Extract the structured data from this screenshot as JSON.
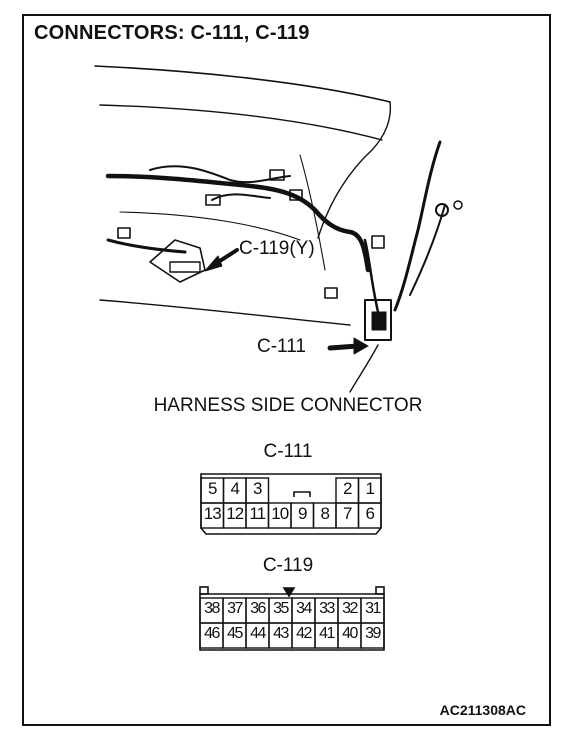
{
  "title": "CONNECTORS: C-111, C-119",
  "callouts": {
    "c119_label": "C-119(Y)",
    "c111_label": "C-111"
  },
  "harness_side_title": "HARNESS SIDE CONNECTOR",
  "connector_c111": {
    "name": "C-111",
    "top_row": [
      "5",
      "4",
      "3",
      "",
      "",
      "",
      "2",
      "1"
    ],
    "bottom_row": [
      "13",
      "12",
      "11",
      "10",
      "9",
      "8",
      "7",
      "6"
    ]
  },
  "connector_c119": {
    "name": "C-119",
    "top_row": [
      "38",
      "37",
      "36",
      "35",
      "34",
      "33",
      "32",
      "31"
    ],
    "bottom_row": [
      "46",
      "45",
      "44",
      "43",
      "42",
      "41",
      "40",
      "39"
    ]
  },
  "reference_code": "AC211308AC"
}
